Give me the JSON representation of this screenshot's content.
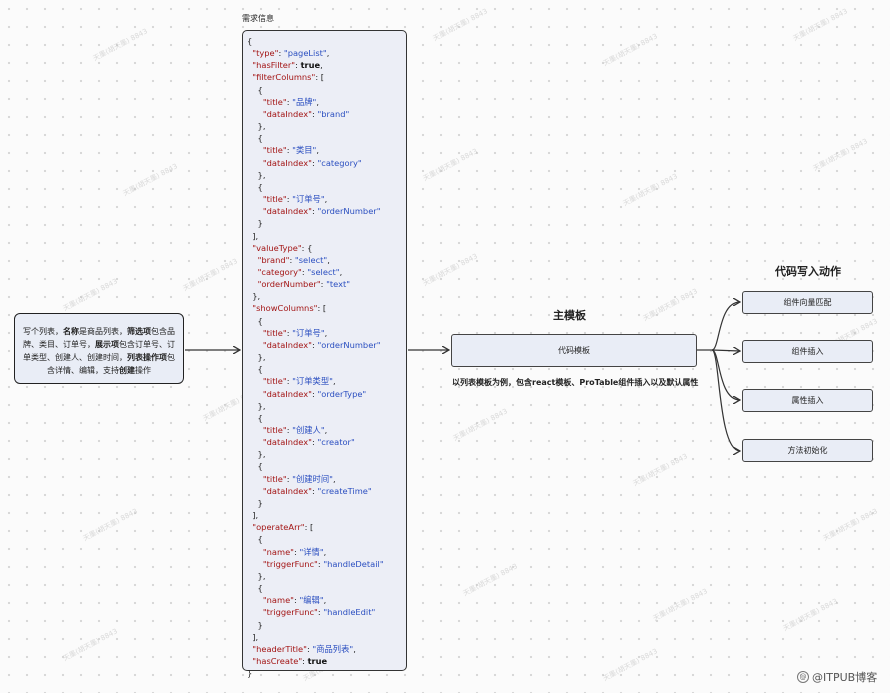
{
  "requirement": {
    "segments": [
      {
        "text": "写个列表，",
        "bold": false
      },
      {
        "text": "名称",
        "bold": true
      },
      {
        "text": "是商品列表，",
        "bold": false
      },
      {
        "text": "筛选项",
        "bold": true
      },
      {
        "text": "包含品牌、类目、订单号，",
        "bold": false
      },
      {
        "text": "展示项",
        "bold": true
      },
      {
        "text": "包含订单号、订单类型、创建人、创建时间，",
        "bold": false
      },
      {
        "text": "列表操作项",
        "bold": true
      },
      {
        "text": "包含详情、编辑，支持",
        "bold": false
      },
      {
        "text": "创建",
        "bold": true
      },
      {
        "text": "操作",
        "bold": false
      }
    ]
  },
  "json_panel": {
    "caption": "需求信息",
    "lines": [
      [
        [
          "p",
          "{"
        ]
      ],
      [
        [
          "p",
          "  "
        ],
        [
          "k",
          "\"type\""
        ],
        [
          "p",
          ": "
        ],
        [
          "s",
          "\"pageList\""
        ],
        [
          "p",
          ","
        ]
      ],
      [
        [
          "p",
          "  "
        ],
        [
          "k",
          "\"hasFilter\""
        ],
        [
          "p",
          ": "
        ],
        [
          "kw",
          "true"
        ],
        [
          "p",
          ","
        ]
      ],
      [
        [
          "p",
          "  "
        ],
        [
          "k",
          "\"filterColumns\""
        ],
        [
          "p",
          ": ["
        ]
      ],
      [
        [
          "p",
          "    {"
        ]
      ],
      [
        [
          "p",
          "      "
        ],
        [
          "k",
          "\"title\""
        ],
        [
          "p",
          ": "
        ],
        [
          "s",
          "\"品牌\""
        ],
        [
          "p",
          ","
        ]
      ],
      [
        [
          "p",
          "      "
        ],
        [
          "k",
          "\"dataIndex\""
        ],
        [
          "p",
          ": "
        ],
        [
          "s",
          "\"brand\""
        ]
      ],
      [
        [
          "p",
          "    },"
        ]
      ],
      [
        [
          "p",
          "    {"
        ]
      ],
      [
        [
          "p",
          "      "
        ],
        [
          "k",
          "\"title\""
        ],
        [
          "p",
          ": "
        ],
        [
          "s",
          "\"类目\""
        ],
        [
          "p",
          ","
        ]
      ],
      [
        [
          "p",
          "      "
        ],
        [
          "k",
          "\"dataIndex\""
        ],
        [
          "p",
          ": "
        ],
        [
          "s",
          "\"category\""
        ]
      ],
      [
        [
          "p",
          "    },"
        ]
      ],
      [
        [
          "p",
          "    {"
        ]
      ],
      [
        [
          "p",
          "      "
        ],
        [
          "k",
          "\"title\""
        ],
        [
          "p",
          ": "
        ],
        [
          "s",
          "\"订单号\""
        ],
        [
          "p",
          ","
        ]
      ],
      [
        [
          "p",
          "      "
        ],
        [
          "k",
          "\"dataIndex\""
        ],
        [
          "p",
          ": "
        ],
        [
          "s",
          "\"orderNumber\""
        ]
      ],
      [
        [
          "p",
          "    }"
        ]
      ],
      [
        [
          "p",
          "  ],"
        ]
      ],
      [
        [
          "p",
          "  "
        ],
        [
          "k",
          "\"valueType\""
        ],
        [
          "p",
          ": {"
        ]
      ],
      [
        [
          "p",
          "    "
        ],
        [
          "k",
          "\"brand\""
        ],
        [
          "p",
          ": "
        ],
        [
          "s",
          "\"select\""
        ],
        [
          "p",
          ","
        ]
      ],
      [
        [
          "p",
          "    "
        ],
        [
          "k",
          "\"category\""
        ],
        [
          "p",
          ": "
        ],
        [
          "s",
          "\"select\""
        ],
        [
          "p",
          ","
        ]
      ],
      [
        [
          "p",
          "    "
        ],
        [
          "k",
          "\"orderNumber\""
        ],
        [
          "p",
          ": "
        ],
        [
          "s",
          "\"text\""
        ]
      ],
      [
        [
          "p",
          "  },"
        ]
      ],
      [
        [
          "p",
          "  "
        ],
        [
          "k",
          "\"showColumns\""
        ],
        [
          "p",
          ": ["
        ]
      ],
      [
        [
          "p",
          "    {"
        ]
      ],
      [
        [
          "p",
          "      "
        ],
        [
          "k",
          "\"title\""
        ],
        [
          "p",
          ": "
        ],
        [
          "s",
          "\"订单号\""
        ],
        [
          "p",
          ","
        ]
      ],
      [
        [
          "p",
          "      "
        ],
        [
          "k",
          "\"dataIndex\""
        ],
        [
          "p",
          ": "
        ],
        [
          "s",
          "\"orderNumber\""
        ]
      ],
      [
        [
          "p",
          "    },"
        ]
      ],
      [
        [
          "p",
          "    {"
        ]
      ],
      [
        [
          "p",
          "      "
        ],
        [
          "k",
          "\"title\""
        ],
        [
          "p",
          ": "
        ],
        [
          "s",
          "\"订单类型\""
        ],
        [
          "p",
          ","
        ]
      ],
      [
        [
          "p",
          "      "
        ],
        [
          "k",
          "\"dataIndex\""
        ],
        [
          "p",
          ": "
        ],
        [
          "s",
          "\"orderType\""
        ]
      ],
      [
        [
          "p",
          "    },"
        ]
      ],
      [
        [
          "p",
          "    {"
        ]
      ],
      [
        [
          "p",
          "      "
        ],
        [
          "k",
          "\"title\""
        ],
        [
          "p",
          ": "
        ],
        [
          "s",
          "\"创建人\""
        ],
        [
          "p",
          ","
        ]
      ],
      [
        [
          "p",
          "      "
        ],
        [
          "k",
          "\"dataIndex\""
        ],
        [
          "p",
          ": "
        ],
        [
          "s",
          "\"creator\""
        ]
      ],
      [
        [
          "p",
          "    },"
        ]
      ],
      [
        [
          "p",
          "    {"
        ]
      ],
      [
        [
          "p",
          "      "
        ],
        [
          "k",
          "\"title\""
        ],
        [
          "p",
          ": "
        ],
        [
          "s",
          "\"创建时间\""
        ],
        [
          "p",
          ","
        ]
      ],
      [
        [
          "p",
          "      "
        ],
        [
          "k",
          "\"dataIndex\""
        ],
        [
          "p",
          ": "
        ],
        [
          "s",
          "\"createTime\""
        ]
      ],
      [
        [
          "p",
          "    }"
        ]
      ],
      [
        [
          "p",
          "  ],"
        ]
      ],
      [
        [
          "p",
          "  "
        ],
        [
          "k",
          "\"operateArr\""
        ],
        [
          "p",
          ": ["
        ]
      ],
      [
        [
          "p",
          "    {"
        ]
      ],
      [
        [
          "p",
          "      "
        ],
        [
          "k",
          "\"name\""
        ],
        [
          "p",
          ": "
        ],
        [
          "s",
          "\"详情\""
        ],
        [
          "p",
          ","
        ]
      ],
      [
        [
          "p",
          "      "
        ],
        [
          "k",
          "\"triggerFunc\""
        ],
        [
          "p",
          ": "
        ],
        [
          "s",
          "\"handleDetail\""
        ]
      ],
      [
        [
          "p",
          "    },"
        ]
      ],
      [
        [
          "p",
          "    {"
        ]
      ],
      [
        [
          "p",
          "      "
        ],
        [
          "k",
          "\"name\""
        ],
        [
          "p",
          ": "
        ],
        [
          "s",
          "\"编辑\""
        ],
        [
          "p",
          ","
        ]
      ],
      [
        [
          "p",
          "      "
        ],
        [
          "k",
          "\"triggerFunc\""
        ],
        [
          "p",
          ": "
        ],
        [
          "s",
          "\"handleEdit\""
        ]
      ],
      [
        [
          "p",
          "    }"
        ]
      ],
      [
        [
          "p",
          "  ],"
        ]
      ],
      [
        [
          "p",
          "  "
        ],
        [
          "k",
          "\"headerTitle\""
        ],
        [
          "p",
          ": "
        ],
        [
          "s",
          "\"商品列表\""
        ],
        [
          "p",
          ","
        ]
      ],
      [
        [
          "p",
          "  "
        ],
        [
          "k",
          "\"hasCreate\""
        ],
        [
          "p",
          ": "
        ],
        [
          "kw",
          "true"
        ]
      ],
      [
        [
          "p",
          "}"
        ]
      ]
    ]
  },
  "main_template": {
    "title": "主模板",
    "node_label": "代码模板",
    "description": "以列表模板为例，包含react模板、ProTable组件插入以及默认属性"
  },
  "actions": {
    "title": "代码写入动作",
    "items": [
      "组件向量匹配",
      "组件插入",
      "属性插入",
      "方法初始化"
    ]
  },
  "logo": {
    "text": "@ITPUB博客"
  },
  "watermark": "天墨(胡天墨) 8843",
  "colors": {
    "node_fill": "#e9edf6",
    "key": "#a31515",
    "string": "#2b4fc0"
  }
}
